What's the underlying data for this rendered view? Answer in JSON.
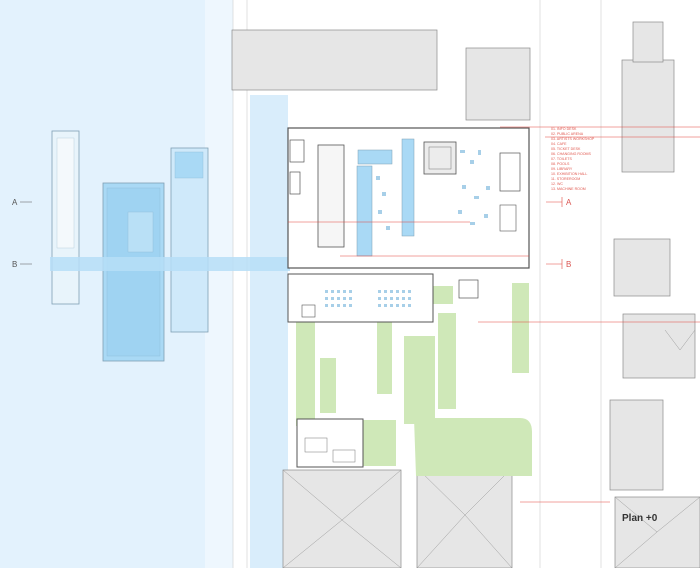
{
  "plan_title": "Plan +0",
  "section_markers": {
    "left_a": "A",
    "left_b": "B",
    "right_a": "A",
    "right_b": "B"
  },
  "legend": [
    "01. INFO DESK",
    "02. PUBLIC ARENA",
    "03. ARTISTS WORKSHOP",
    "04. CAFE",
    "05. TICKET DESK",
    "06. CHANGING ROOMS",
    "07. TOILETS",
    "08. POOLS",
    "09. LIBRARY",
    "10. EXHIBITION HALL",
    "11. STOREROOM",
    "12. WC",
    "13. MACHINE ROOM"
  ],
  "colors": {
    "water": "#dcefff",
    "pool": "#a9d9f5",
    "pool_border": "#8fb6cf",
    "grass": "#cfe8b8",
    "building": "#e9e9e9",
    "section_line": "#e2463f"
  }
}
